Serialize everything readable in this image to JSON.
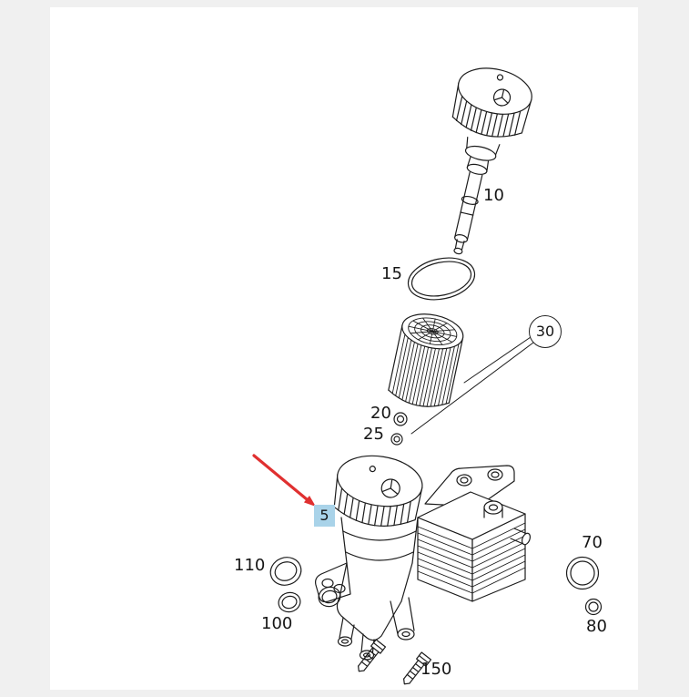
{
  "page": {
    "background_color": "#f0f0f0",
    "canvas_color": "#ffffff"
  },
  "diagram": {
    "description": "exploded-parts-diagram-oil-filter-housing",
    "line_color": "#1c1c1c",
    "highlight_color": "#a9d3e9",
    "arrow_color": "#e03030",
    "selected_part": "5",
    "callouts": [
      {
        "id": "10",
        "text": "10",
        "circled": false,
        "highlighted": false
      },
      {
        "id": "15",
        "text": "15",
        "circled": false,
        "highlighted": false
      },
      {
        "id": "30",
        "text": "30",
        "circled": true,
        "highlighted": false
      },
      {
        "id": "20",
        "text": "20",
        "circled": false,
        "highlighted": false
      },
      {
        "id": "25",
        "text": "25",
        "circled": false,
        "highlighted": false
      },
      {
        "id": "5",
        "text": "5",
        "circled": false,
        "highlighted": true
      },
      {
        "id": "70",
        "text": "70",
        "circled": false,
        "highlighted": false
      },
      {
        "id": "80",
        "text": "80",
        "circled": false,
        "highlighted": false
      },
      {
        "id": "110",
        "text": "110",
        "circled": false,
        "highlighted": false
      },
      {
        "id": "100",
        "text": "100",
        "circled": false,
        "highlighted": false
      },
      {
        "id": "150",
        "text": "150",
        "circled": false,
        "highlighted": false
      }
    ]
  }
}
